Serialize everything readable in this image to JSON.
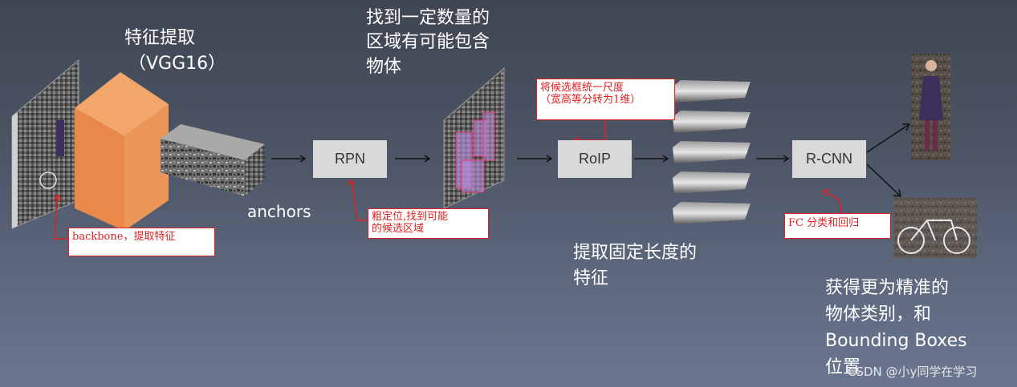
{
  "labels": {
    "feature_extract": "特征提取",
    "vgg16": "（VGG16）",
    "find_regions_1": "找到一定数量的",
    "find_regions_2": "区域有可能包含",
    "find_regions_3": "物体",
    "anchors": "anchors",
    "fixed_len_1": "提取固定长度的",
    "fixed_len_2": "特征",
    "result_1": "获得更为精准的",
    "result_2": "物体类别，和",
    "result_3": "Bounding Boxes",
    "result_4": "位置"
  },
  "boxes": {
    "rpn": "RPN",
    "roip": "RoIP",
    "rcnn": "R-CNN"
  },
  "notes": {
    "backbone": "backbone，提取特征",
    "rough_1": "粗定位,找到可能",
    "rough_2": "的候选区域",
    "unify_1": "将候选框统一尺度",
    "unify_2": "（宽高等分转为1维）",
    "fc": "FC 分类和回归"
  },
  "watermark": "CSDN @小y同学在学习",
  "colors": {
    "annotation": "#e02020",
    "box_fill": "#d9d9d9",
    "cube_orange": "#e8894a"
  }
}
